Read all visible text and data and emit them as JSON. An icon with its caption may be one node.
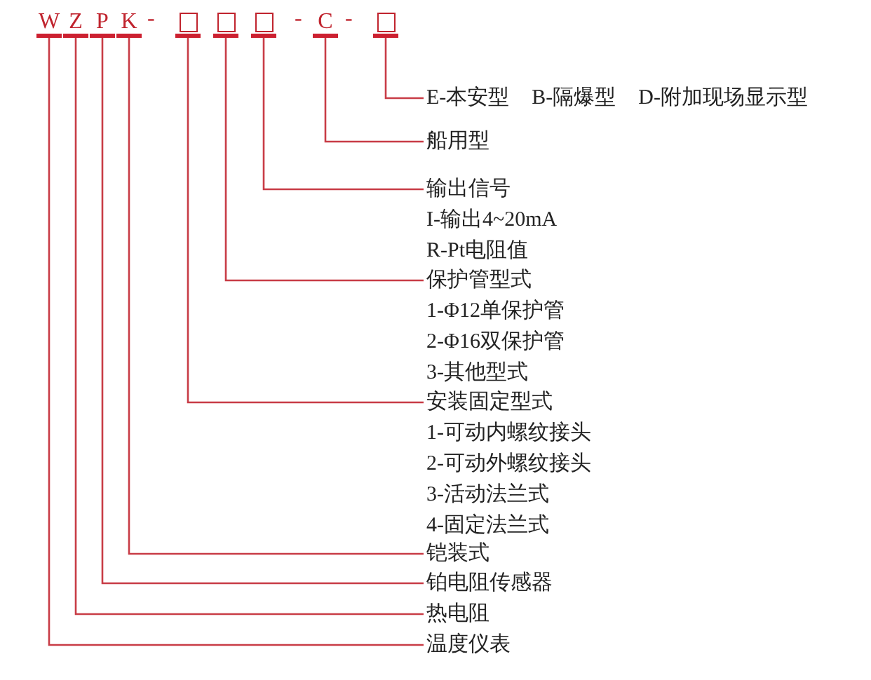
{
  "diagram": {
    "nodes": [
      {
        "text": [
          "W"
        ]
      },
      {
        "text": [
          "Z"
        ]
      },
      {
        "text": [
          "P"
        ]
      },
      {
        "text": [
          "K"
        ]
      },
      {
        "text": [],
        "shape": "box"
      },
      {
        "text": [],
        "shape": "box"
      },
      {
        "text": [],
        "shape": "box"
      },
      {
        "text": [
          "C"
        ]
      },
      {
        "text": [],
        "shape": "box"
      },
      {
        "text": [
          "E-本安型",
          "B-隔爆型",
          "D-附加现场显示型"
        ]
      },
      {
        "text": [
          "船用型"
        ]
      },
      {
        "text": [
          "输出信号",
          "I-输出4~20mA",
          "R-Pt电阻值"
        ]
      },
      {
        "text": [
          "保护管型式",
          "1-Φ12单保护管",
          "2-Φ16双保护管",
          "3-其他型式"
        ]
      },
      {
        "text": [
          "安装固定型式",
          "1-可动内螺纹接头",
          "2-可动外螺纹接头",
          "3-活动法兰式",
          "4-固定法兰式"
        ]
      },
      {
        "text": [
          "铠装式"
        ]
      },
      {
        "text": [
          "铂电阻传感器"
        ]
      },
      {
        "text": [
          "热电阻"
        ]
      },
      {
        "text": [
          "温度仪表"
        ]
      }
    ],
    "edges": [
      {
        "from": 8,
        "to": 9,
        "arrow": "none"
      },
      {
        "from": 7,
        "to": 10,
        "arrow": "none"
      },
      {
        "from": 6,
        "to": 11,
        "arrow": "none"
      },
      {
        "from": 5,
        "to": 12,
        "arrow": "none"
      },
      {
        "from": 4,
        "to": 13,
        "arrow": "none"
      },
      {
        "from": 3,
        "to": 14,
        "arrow": "none"
      },
      {
        "from": 2,
        "to": 15,
        "arrow": "none"
      },
      {
        "from": 1,
        "to": 16,
        "arrow": "none"
      },
      {
        "from": 0,
        "to": 17,
        "arrow": "none"
      }
    ],
    "labels": [
      "-",
      "-",
      "-"
    ]
  }
}
